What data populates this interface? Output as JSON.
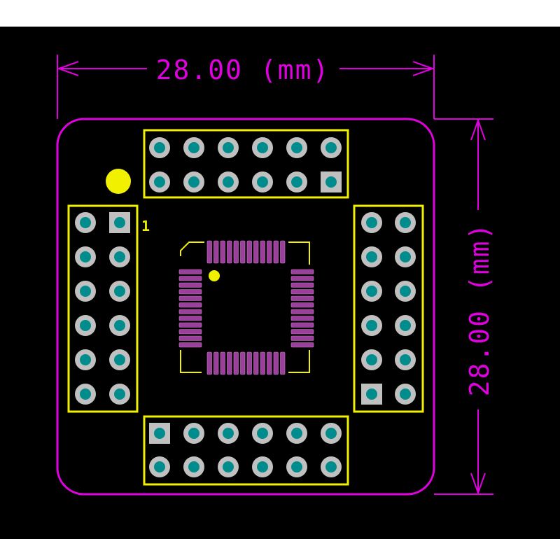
{
  "board": {
    "width_label": "28.00 (mm)",
    "height_label": "28.00 (mm)",
    "pin1_label": "1"
  },
  "colors": {
    "background": "#000000",
    "outline": "#e000e0",
    "silkscreen": "#f0f000",
    "pad_ring": "#c0c0c0",
    "pad_hole": "#008c8c",
    "smd_pad": "#9a3f9a",
    "frame": "#ffffff"
  },
  "headers": {
    "top": {
      "pins_per_row": 6,
      "rows": 2
    },
    "bottom": {
      "pins_per_row": 6,
      "rows": 2
    },
    "left": {
      "pins_per_column": 6,
      "columns": 2
    },
    "right": {
      "pins_per_column": 6,
      "columns": 2
    }
  },
  "qfp_chip": {
    "pins_per_side": 12
  }
}
